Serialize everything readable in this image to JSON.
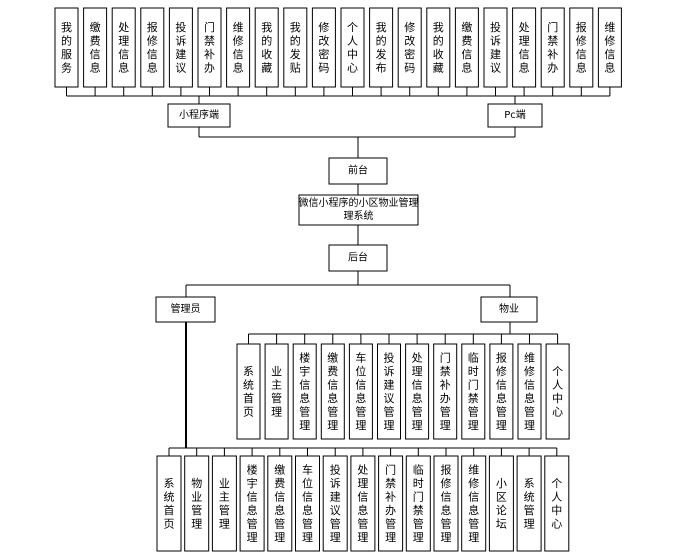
{
  "top_modules_miniprogram": [
    "我的服务",
    "缴费信息",
    "处理信息",
    "报修信息",
    "投诉建议",
    "门禁补办",
    "维修信息",
    "我的收藏",
    "我的发贴",
    "修改密码"
  ],
  "top_modules_pc": [
    "个人中心",
    "我的发布",
    "修改密码",
    "我的收藏",
    "缴费信息",
    "投诉建议",
    "处理信息",
    "门禁补办",
    "报修信息",
    "维修信息"
  ],
  "miniprogram_label": "小程序端",
  "pc_label": "Pc端",
  "frontend_label": "前台",
  "system_title": "微信小程序的小区物业管理系统",
  "backend_label": "后台",
  "admin_label": "管理员",
  "property_label": "物业",
  "property_modules": [
    "系统首页",
    "业主管理",
    "楼宇信息管理",
    "缴费信息管理",
    "车位信息管理",
    "投诉建议管理",
    "处理信息管理",
    "门禁补办管理",
    "临时门禁管理",
    "报修信息管理",
    "维修信息管理",
    "个人中心"
  ],
  "admin_modules": [
    "系统首页",
    "物业管理",
    "业主管理",
    "楼宇信息管理",
    "缴费信息管理",
    "车位信息管理",
    "投诉建议管理",
    "处理信息管理",
    "门禁补办管理",
    "临时门禁管理",
    "报修信息管理",
    "维修信息管理",
    "小区论坛",
    "系统管理",
    "个人中心"
  ]
}
